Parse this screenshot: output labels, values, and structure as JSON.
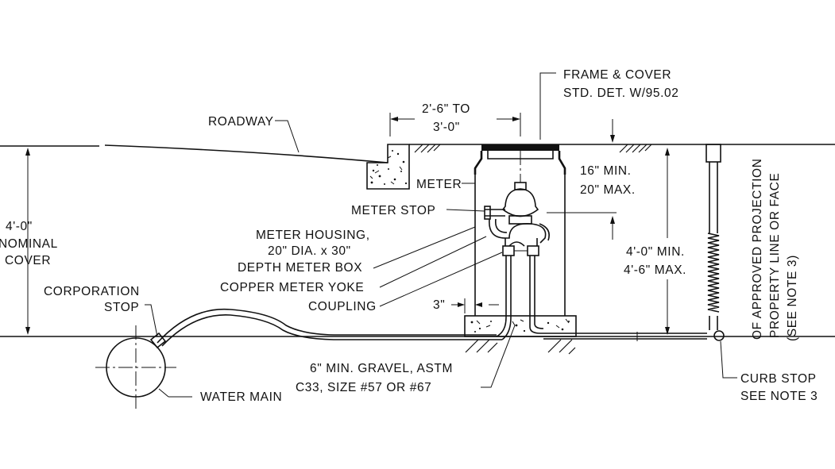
{
  "labels": {
    "frame_cover_1": "FRAME & COVER",
    "frame_cover_2": "STD. DET. W/95.02",
    "width_1": "2'-6\" TO",
    "width_2": "3'-0\"",
    "roadway": "ROADWAY",
    "meter": "METER",
    "meter_stop": "METER STOP",
    "meter_housing_1": "METER HOUSING,",
    "meter_housing_2": "20\" DIA. x 30\"",
    "meter_housing_3": "DEPTH METER BOX",
    "copper_yoke": "COPPER METER YOKE",
    "coupling": "COUPLING",
    "three_in": "3\"",
    "depth_1": "16\" MIN.",
    "depth_2": "20\" MAX.",
    "box_depth_1": "4'-0\" MIN.",
    "box_depth_2": "4'-6\" MAX.",
    "cover_1": "4'-0\"",
    "cover_2": "NOMINAL",
    "cover_3": "COVER",
    "corp_stop_1": "CORPORATION",
    "corp_stop_2": "STOP",
    "water_main": "WATER MAIN",
    "gravel_1": "6\" MIN. GRAVEL, ASTM",
    "gravel_2": "C33, SIZE #57 OR #67",
    "curb_stop_1": "CURB STOP",
    "curb_stop_2": "SEE NOTE 3",
    "vertical_1": "OF APPROVED PROJECTION",
    "vertical_2": "PROPERTY LINE OR FACE",
    "vertical_3": "(SEE NOTE 3)"
  }
}
